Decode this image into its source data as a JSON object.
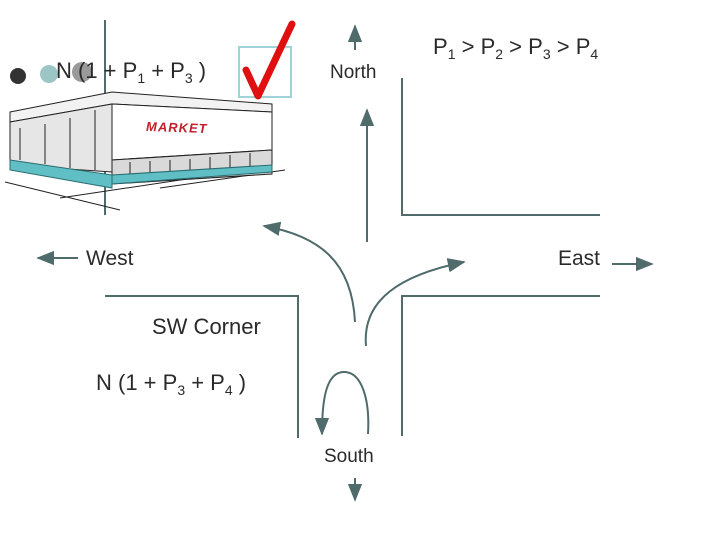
{
  "labels": {
    "north": "North",
    "south": "South",
    "east": "East",
    "west": "West",
    "sw_corner": "SW Corner"
  },
  "market_sign": "MARKET",
  "formulas": {
    "top_left": {
      "prefix": "N (1 + P",
      "sub1": "1",
      "mid": " + P",
      "sub2": "3",
      "suffix": " )"
    },
    "bottom_left": {
      "prefix": "N (1 + P",
      "sub1": "3",
      "mid": " + P",
      "sub2": "4",
      "suffix": " )"
    },
    "ordering": {
      "p": "P",
      "s1": "1",
      "s2": "2",
      "s3": "3",
      "s4": "4",
      "gt": " > "
    }
  },
  "colors": {
    "road_lines": "#4f6b6b",
    "checkmark": "#e01010",
    "checkbox_border": "#9fd3d8",
    "bullet_dark": "#333333",
    "bullet_teal": "#9cc6c6",
    "bullet_gray": "#9a9a9a",
    "text": "#2a2a2a"
  },
  "icons": [
    "checkbox-icon",
    "checkmark-icon",
    "market-building-icon",
    "bullet-dot-icon"
  ]
}
